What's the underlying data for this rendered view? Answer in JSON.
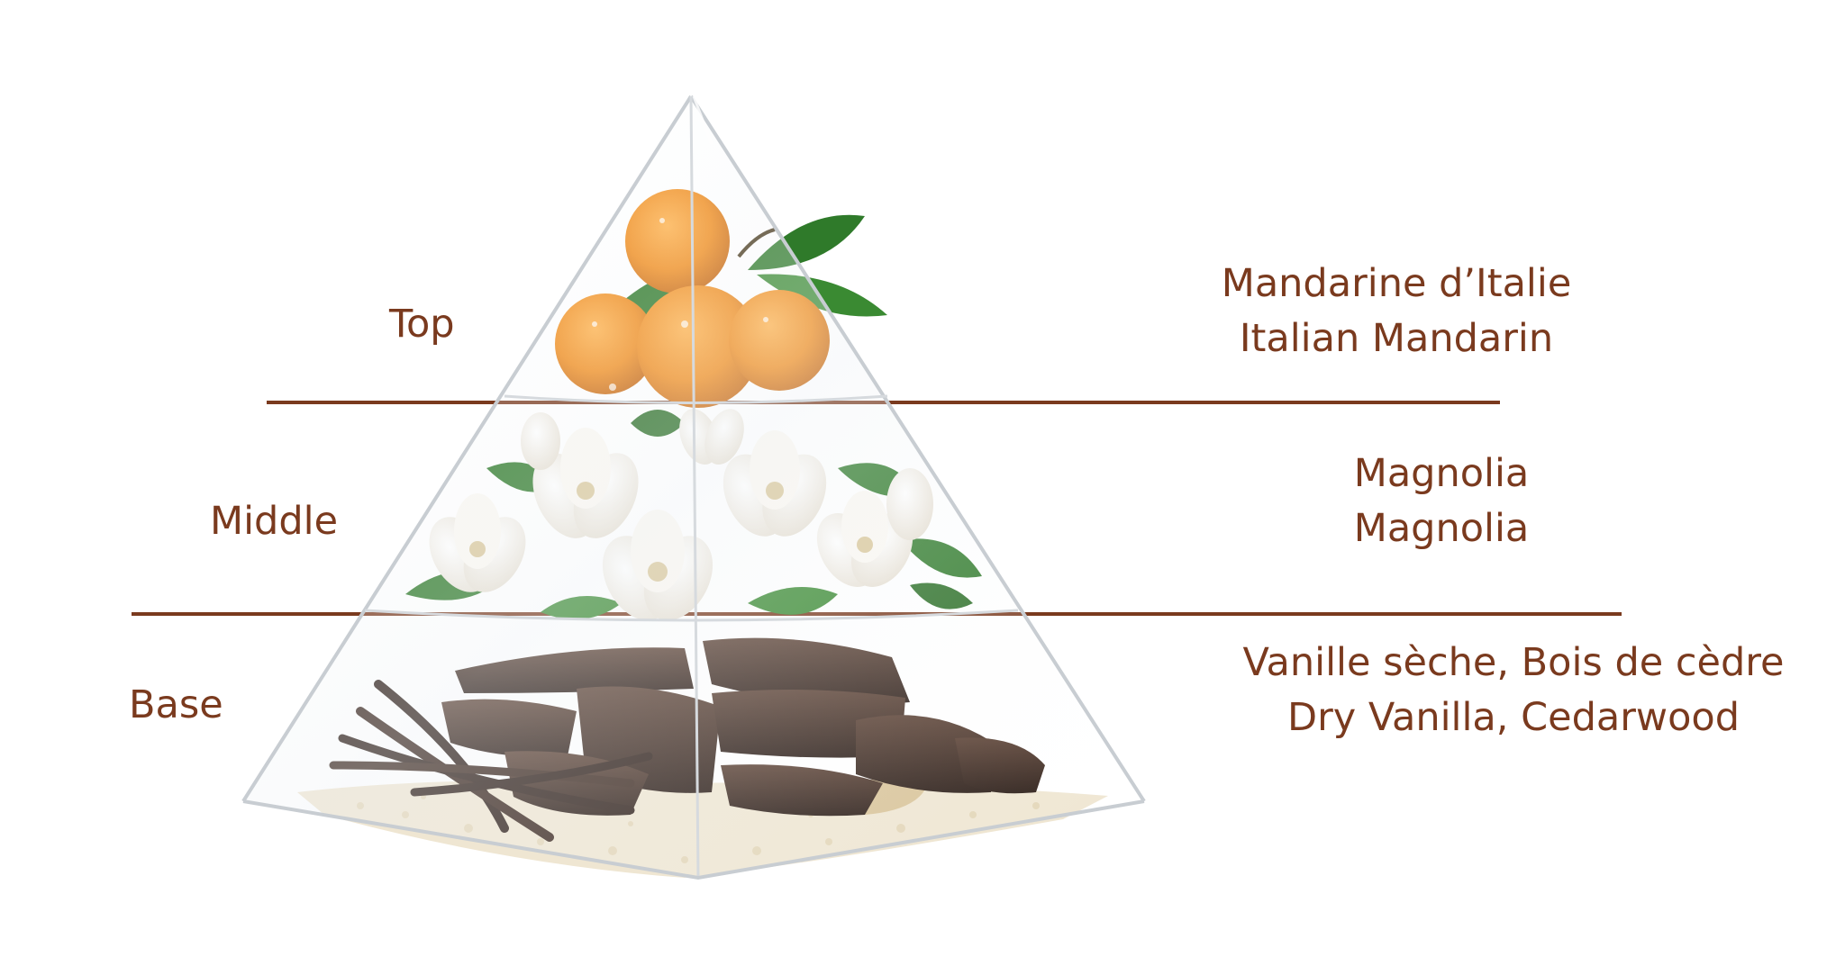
{
  "tiers": [
    {
      "id": "top",
      "label": "Top",
      "note_fr": "Mandarine d’Italie",
      "note_en": "Italian Mandarin",
      "icon": "mandarin-oranges-icon"
    },
    {
      "id": "middle",
      "label": "Middle",
      "note_fr": "Magnolia",
      "note_en": "Magnolia",
      "icon": "magnolia-flowers-icon"
    },
    {
      "id": "base",
      "label": "Base",
      "note_fr": "Vanille sèche, Bois de cèdre",
      "note_en": "Dry Vanilla, Cedarwood",
      "icon": "vanilla-cedarwood-icon"
    }
  ],
  "colors": {
    "text": "#7a3a1e",
    "divider": "#7a3a1e",
    "orange": "#f08c1c",
    "leaf": "#2f7a2a",
    "magnolia": "#f6f2ea",
    "bark": "#3b2a22",
    "vanilla_pod": "#2e1f19",
    "sand": "#e8dcc2",
    "glass_edge": "#c8cdd2"
  }
}
